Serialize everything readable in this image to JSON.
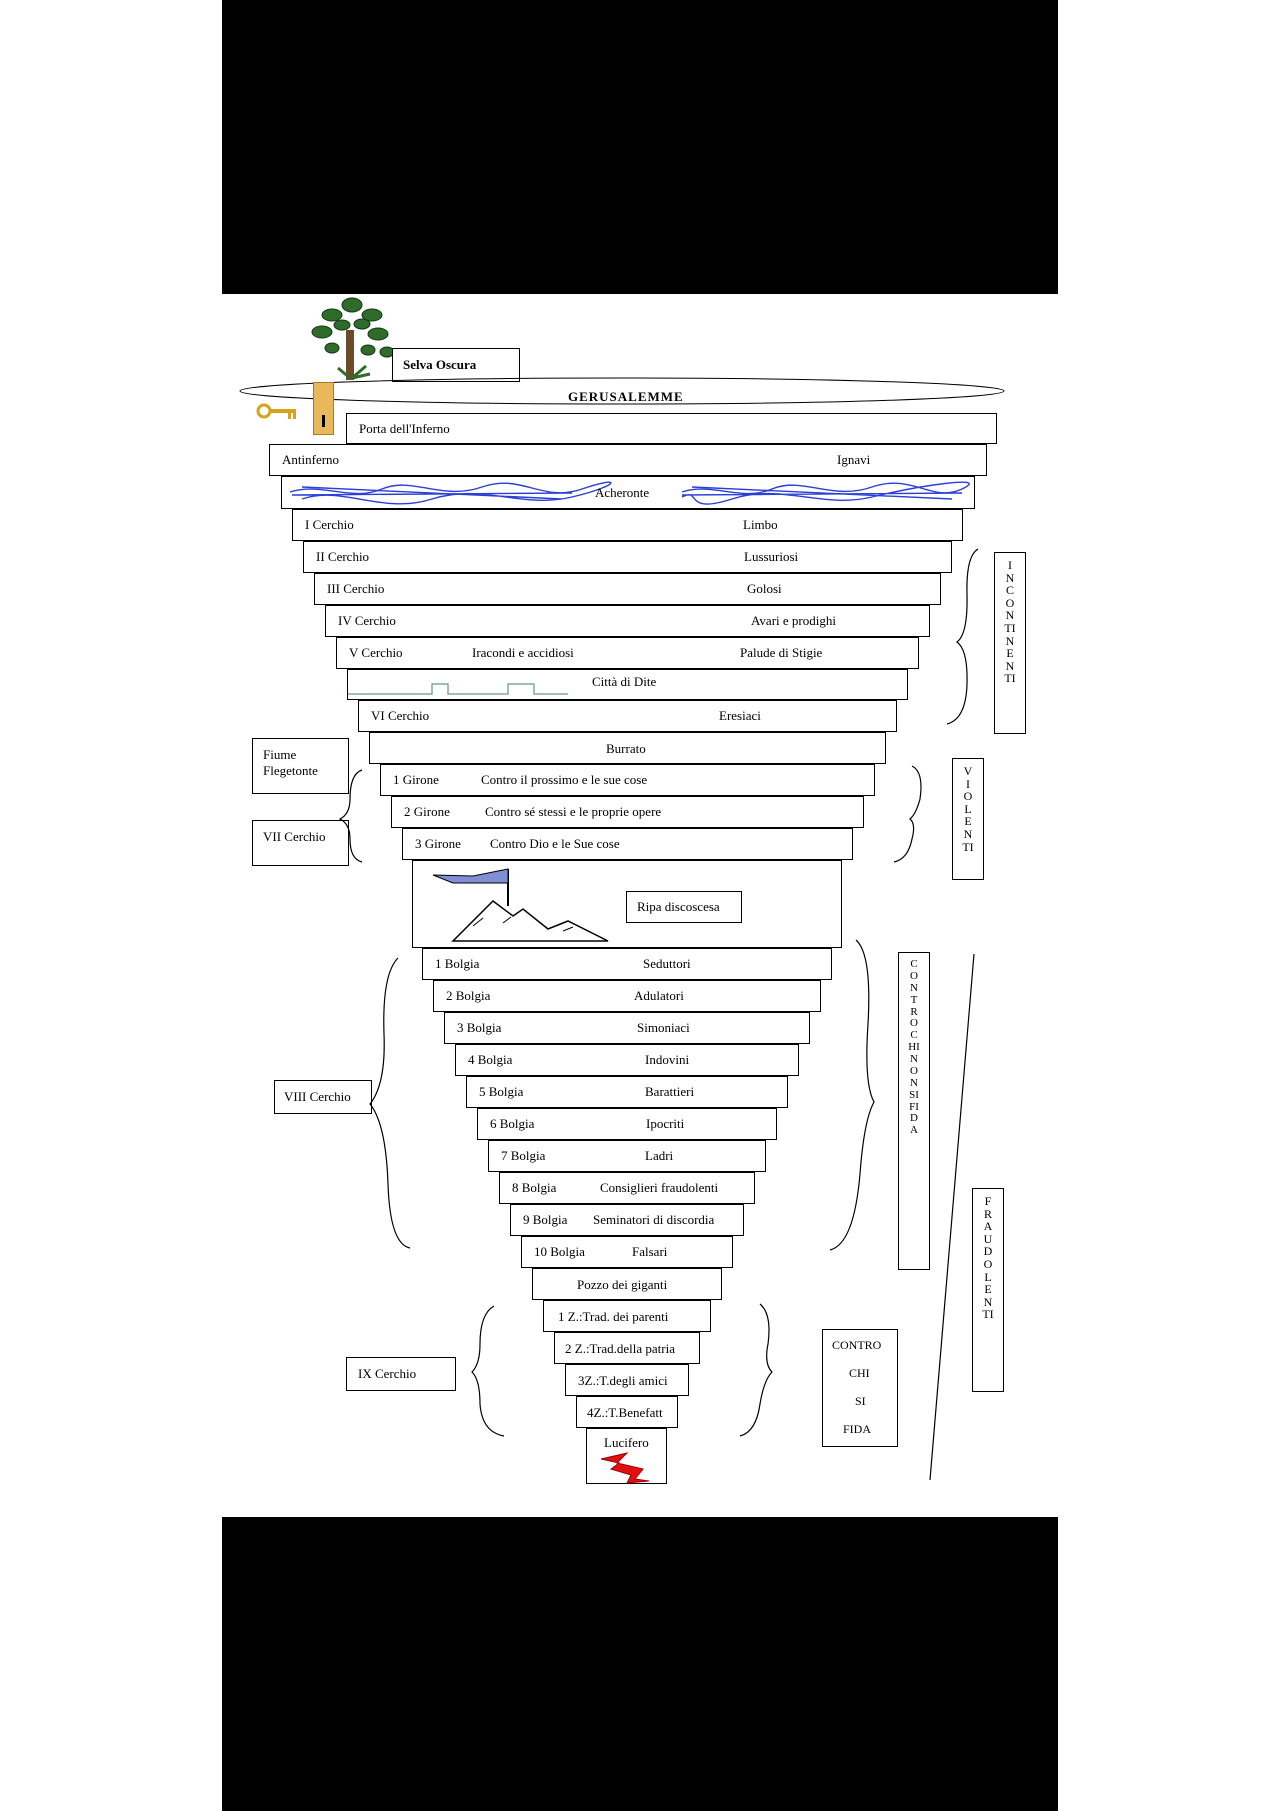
{
  "top": {
    "selva": "Selva Oscura",
    "gerusalemme": "GERUSALEMME",
    "porta": "Porta dell'Inferno"
  },
  "antinferno": {
    "left": "Antinferno",
    "right": "Ignavi"
  },
  "acheronte": "Acheronte",
  "cerchi": [
    {
      "left": "I Cerchio",
      "right": "Limbo"
    },
    {
      "left": "II Cerchio",
      "right": "Lussuriosi"
    },
    {
      "left": "III Cerchio",
      "right": "Golosi"
    },
    {
      "left": "IV Cerchio",
      "right": "Avari e prodighi"
    },
    {
      "left": "V Cerchio",
      "mid": "Iracondi e accidiosi",
      "right": "Palude di Stigie"
    }
  ],
  "dite": "Città di Dite",
  "sesto": {
    "left": "VI Cerchio",
    "right": "Eresiaci"
  },
  "burrato": "Burrato",
  "gironi": [
    {
      "left": "1 Girone",
      "right": "Contro il prossimo e le sue cose"
    },
    {
      "left": "2 Girone",
      "right": "Contro sé stessi e le proprie opere"
    },
    {
      "left": "3 Girone",
      "right": "Contro Dio e le Sue cose"
    }
  ],
  "ripa": "Ripa discoscesa",
  "bolge": [
    {
      "left": "1 Bolgia",
      "right": "Seduttori"
    },
    {
      "left": "2 Bolgia",
      "right": "Adulatori"
    },
    {
      "left": "3 Bolgia",
      "right": "Simoniaci"
    },
    {
      "left": "4 Bolgia",
      "right": "Indovini"
    },
    {
      "left": "5 Bolgia",
      "right": "Barattieri"
    },
    {
      "left": "6 Bolgia",
      "right": "Ipocriti"
    },
    {
      "left": "7 Bolgia",
      "right": "Ladri"
    },
    {
      "left": "8 Bolgia",
      "right": "Consiglieri fraudolenti"
    },
    {
      "left": "9 Bolgia",
      "right": "Seminatori di discordia"
    },
    {
      "left": "10 Bolgia",
      "right": "Falsari"
    }
  ],
  "pozzo": "Pozzo dei giganti",
  "zone": [
    "1 Z.:Trad. dei parenti",
    "2 Z.:Trad.della patria",
    "3Z.:T.degli amici",
    "4Z.:T.Benefatt"
  ],
  "lucifero": "Lucifero",
  "side_labels": {
    "fiume": "Fiume Flegetonte",
    "settimo": "VII Cerchio",
    "ottavo": "VIII Cerchio",
    "nono": "IX Cerchio",
    "contro_chi_si_fida": [
      "CONTRO",
      "CHI",
      "SI",
      "FIDA"
    ]
  },
  "vertical_labels": {
    "incontinenti": "INCONTINENTI",
    "violenti": "VIOLENTI",
    "contro_chi_non_si_fida": "CONTRO CHI NON SI FIDA",
    "fraudolenti": "FRAUDOLENTI"
  },
  "colors": {
    "river": "#2b3fd6",
    "key": "#d9a21c",
    "door": "#e8b85a",
    "tree": "#2f6b2a",
    "bolt": "#e01010",
    "dite_wall": "#7fa8a8"
  }
}
